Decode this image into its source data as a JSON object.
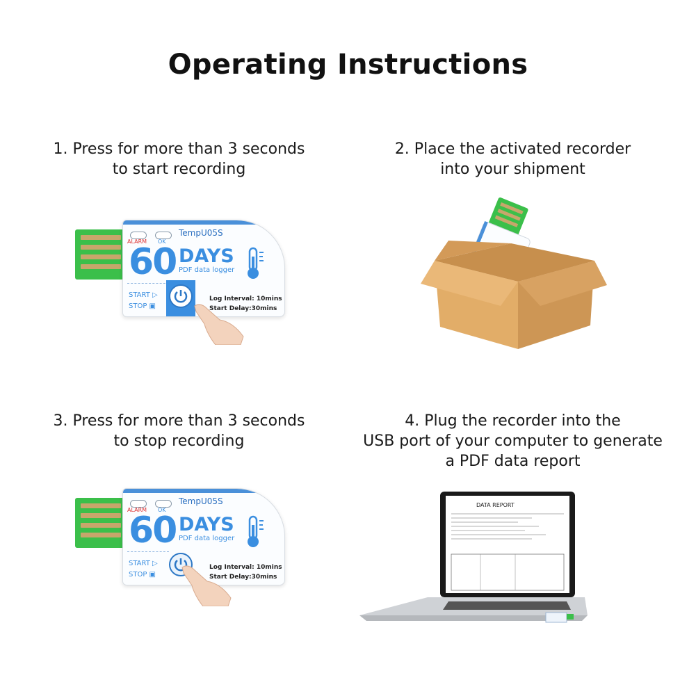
{
  "title": "Operating Instructions",
  "steps": [
    {
      "line1": "1. Press for more than 3 seconds",
      "line2": "to start recording"
    },
    {
      "line1": "2. Place the activated recorder",
      "line2": "into your shipment"
    },
    {
      "line1": "3. Press for more than 3 seconds",
      "line2": "to stop recording"
    },
    {
      "line1": "4. Plug the recorder into the",
      "line2": "USB port of your computer to generate",
      "line3": "a PDF data report"
    }
  ],
  "device": {
    "alarm": "ALARM",
    "ok": "OK",
    "model": "TempU05S",
    "number": "60",
    "days": "DAYS",
    "subtitle": "PDF data logger",
    "start": "START",
    "stop": "STOP",
    "log_interval": "Log Interval: 10mins",
    "start_delay": "Start Delay:30mins"
  },
  "report": {
    "heading": "DATA REPORT"
  },
  "colors": {
    "usb": "#3bbf4a",
    "accent": "#3a8ee0",
    "box": "#d9a560"
  }
}
